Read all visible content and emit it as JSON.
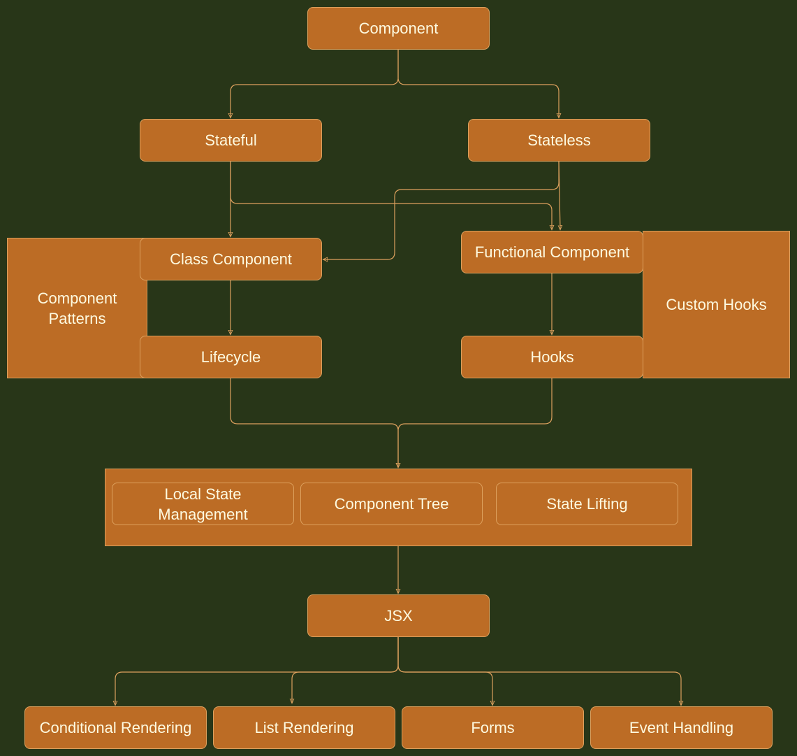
{
  "nodes": {
    "component": "Component",
    "stateful": "Stateful",
    "stateless": "Stateless",
    "class_component": "Class Component",
    "functional_component": "Functional Component",
    "component_patterns": "Component\nPatterns",
    "custom_hooks": "Custom Hooks",
    "lifecycle": "Lifecycle",
    "hooks": "Hooks",
    "jsx": "JSX",
    "conditional_rendering": "Conditional Rendering",
    "list_rendering": "List Rendering",
    "forms": "Forms",
    "event_handling": "Event Handling"
  },
  "state_group": {
    "local_state": "Local State\nManagement",
    "component_tree": "Component Tree",
    "state_lifting": "State Lifting"
  },
  "colors": {
    "background": "#283618",
    "node_fill": "#bc6c25",
    "node_stroke": "#dda15e",
    "text": "#fefae0"
  }
}
